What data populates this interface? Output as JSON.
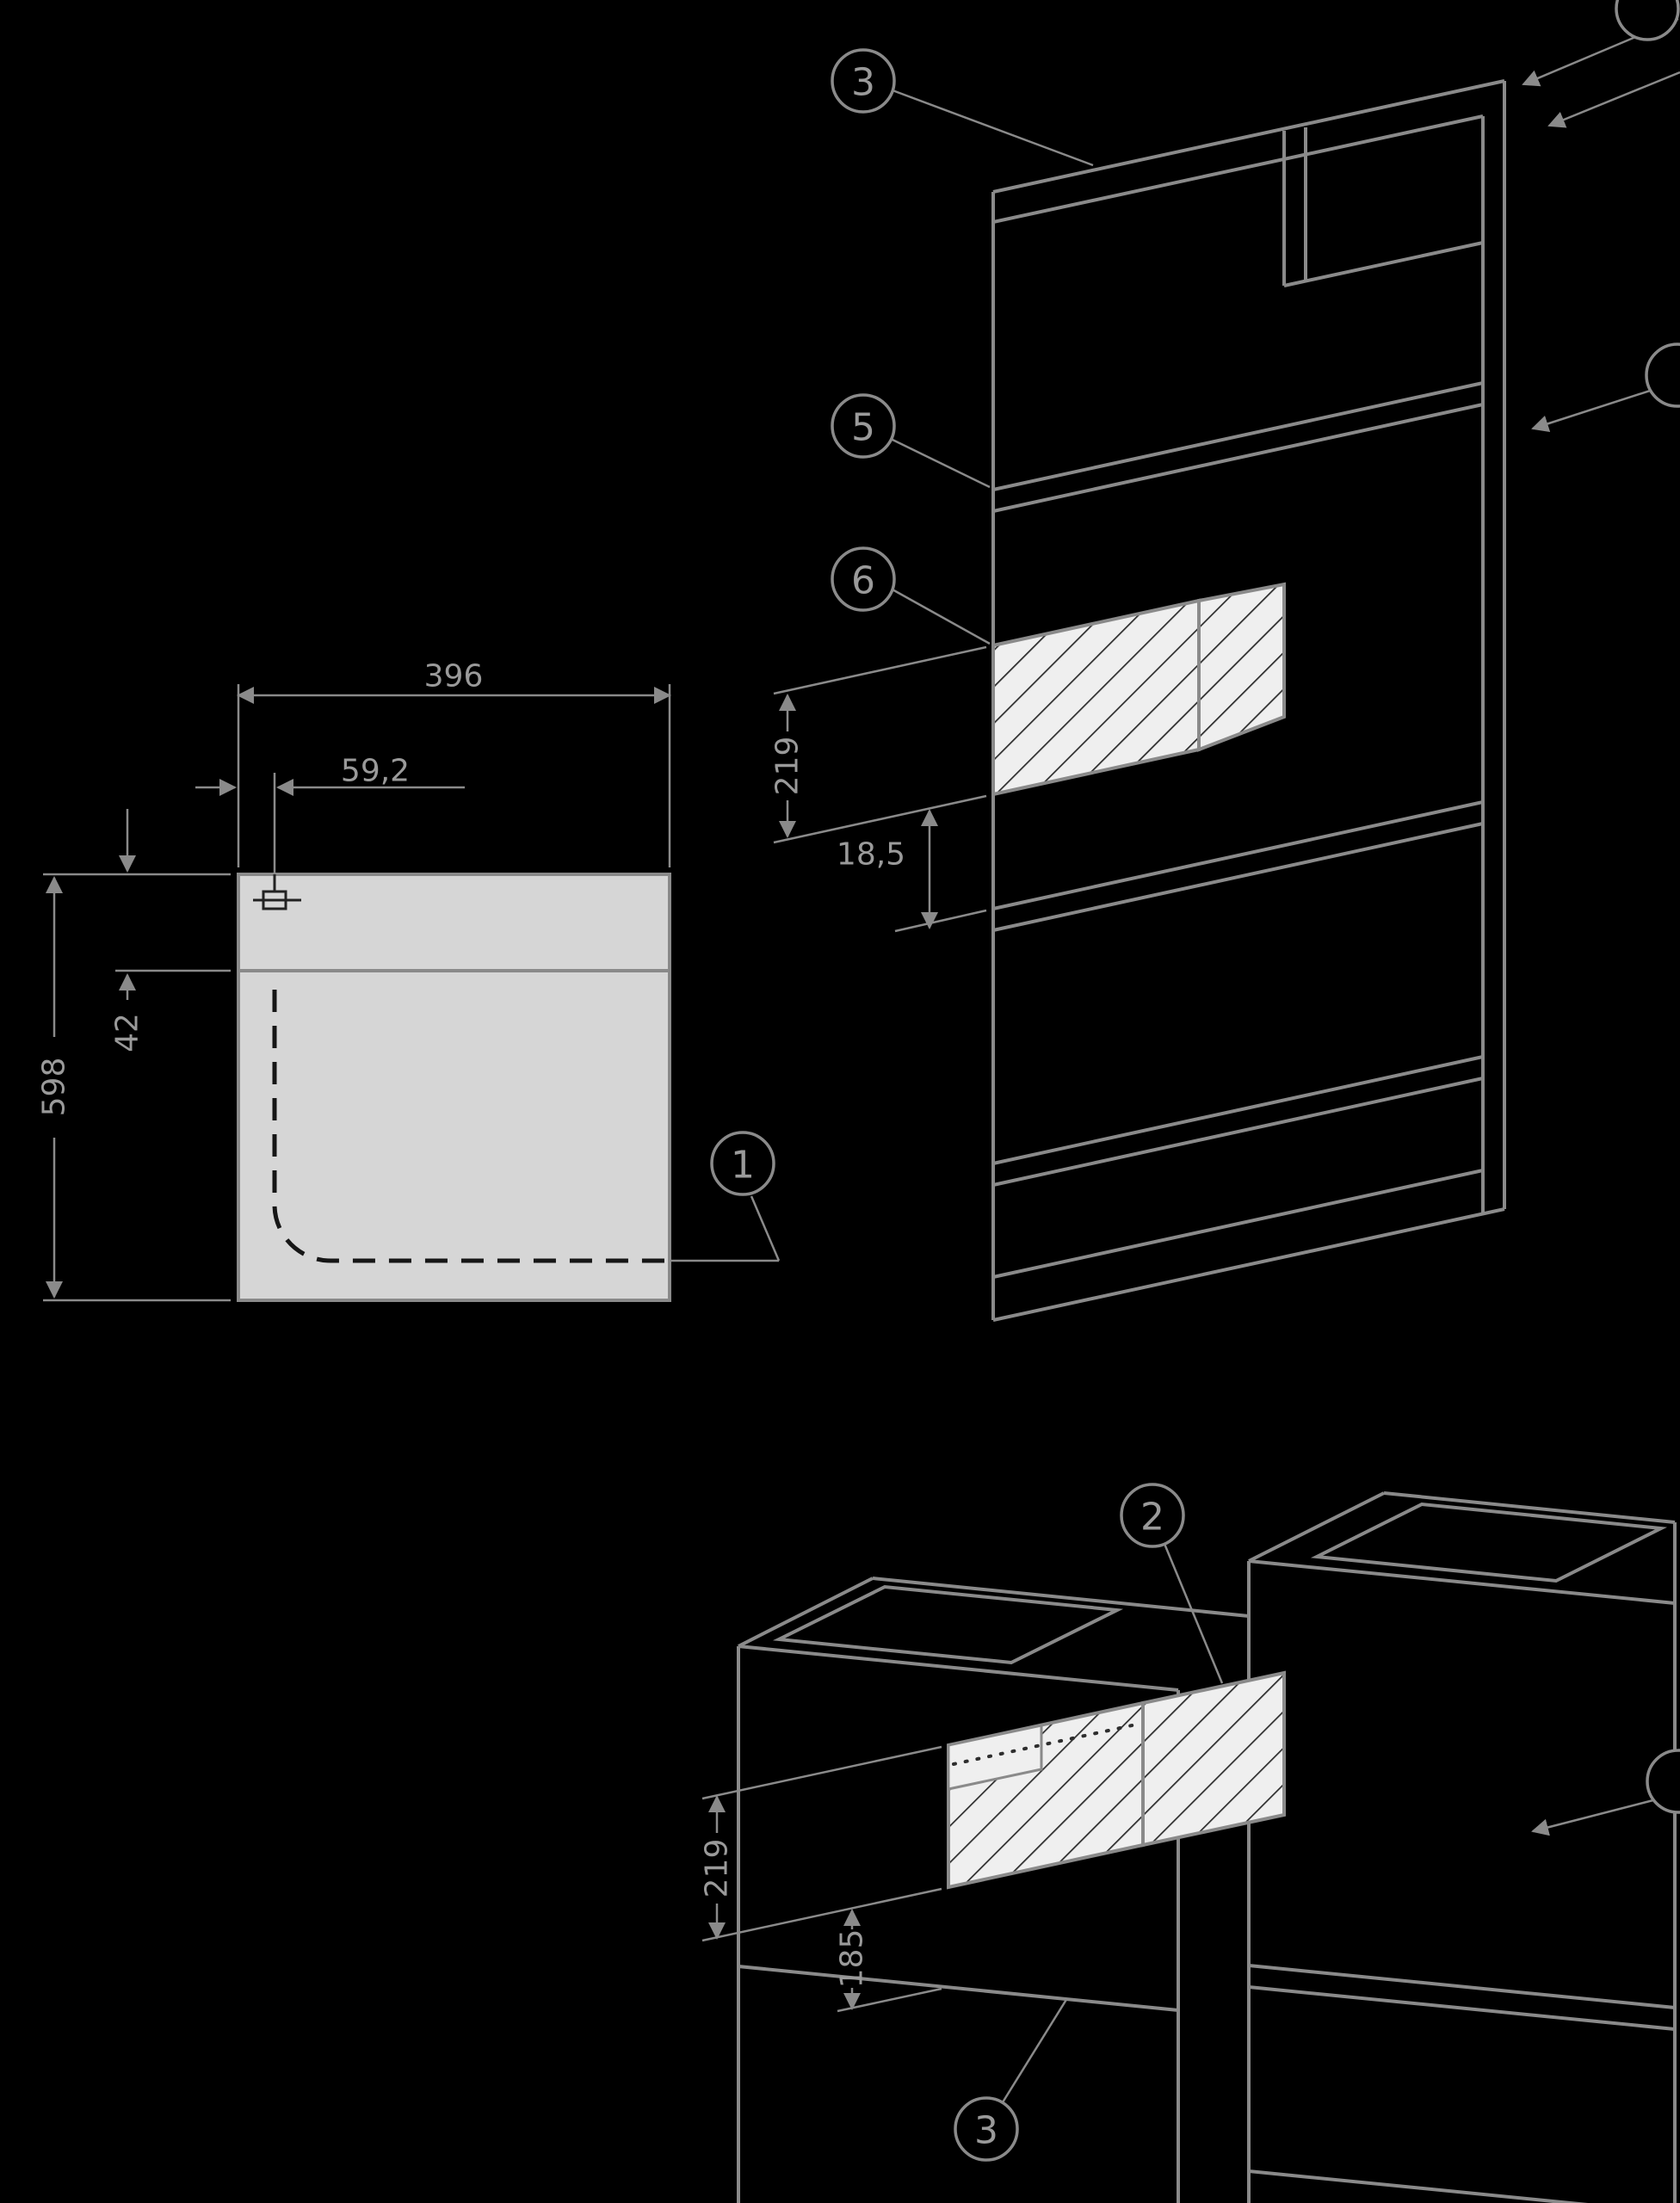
{
  "colors": {
    "background": "#000000",
    "line": "#8a8a8a",
    "label": "#9a9a9a",
    "panel_fill": "#d6d6d6",
    "hatch_fill": "#efefef",
    "hatch_line": "#2e2e2e",
    "dash_line": "#161616"
  },
  "cutout_template": {
    "dim_width": "396",
    "dim_hole_offset": "59,2",
    "dim_strip_height": "42",
    "dim_height": "598",
    "callout": "1"
  },
  "tall_unit": {
    "callout_top_panel": "3",
    "callout_shelf": "5",
    "callout_rail": "6",
    "dim_rail_height": "219",
    "dim_setback": "18,5"
  },
  "base_unit": {
    "callout_rail": "2",
    "callout_screw": "3",
    "dim_rail_height": "219",
    "dim_setback": "185"
  }
}
